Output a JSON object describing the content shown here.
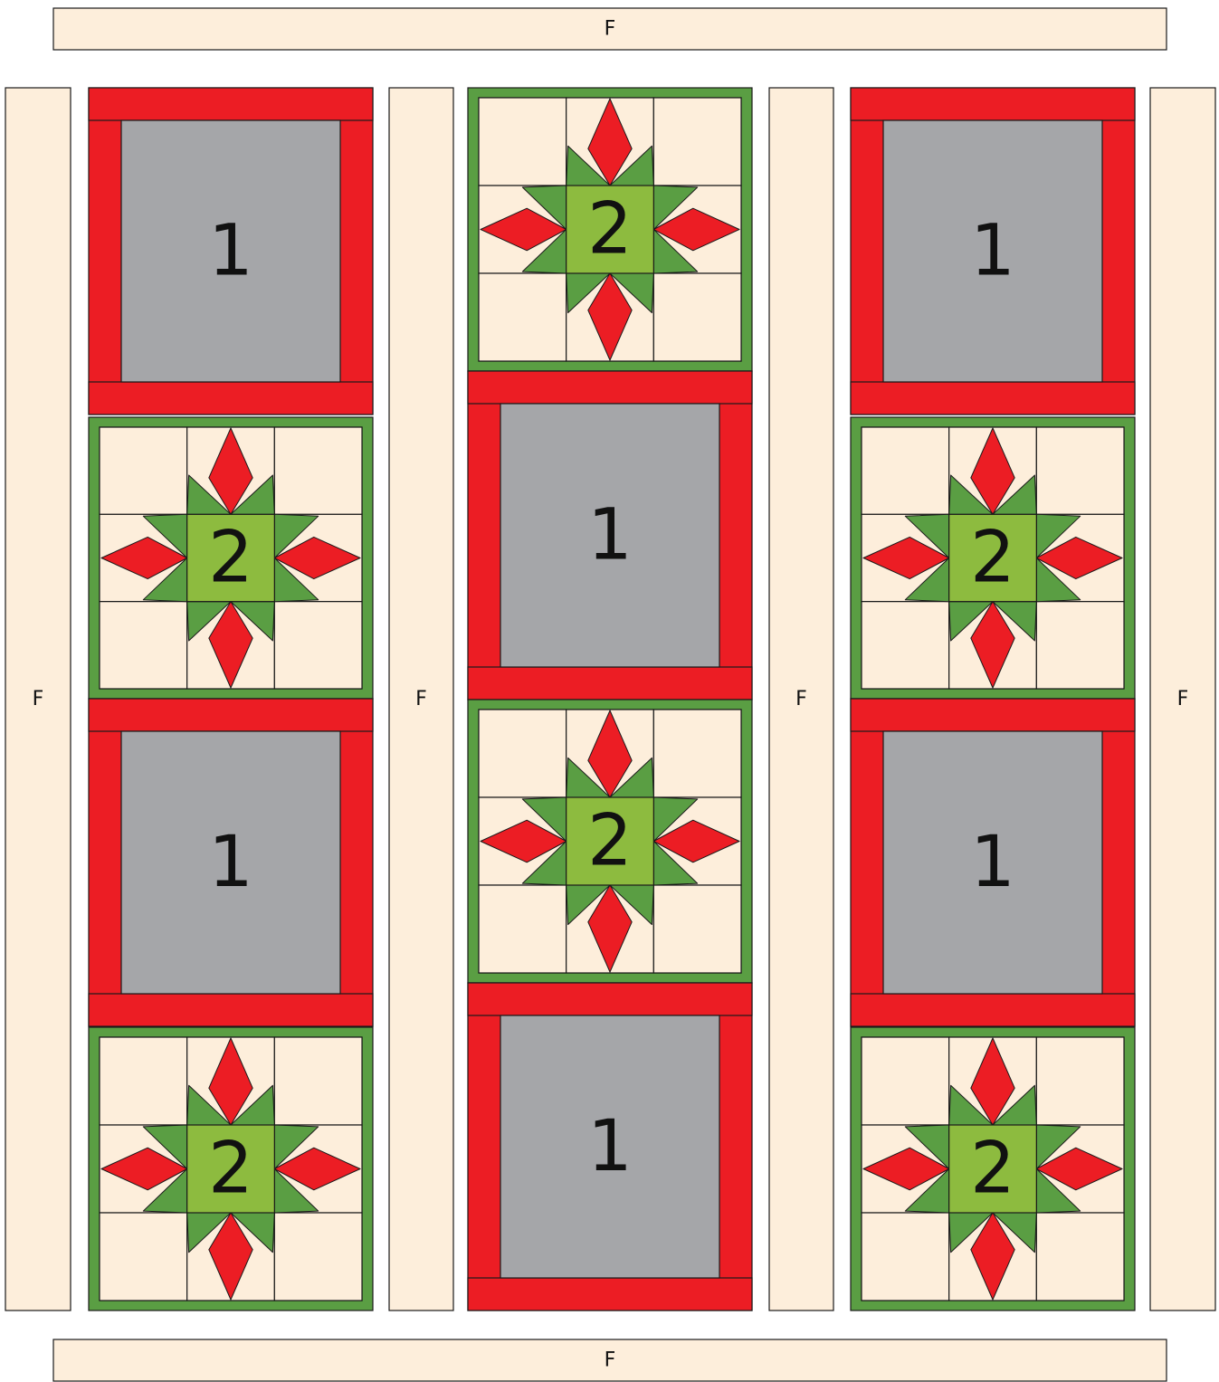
{
  "colors": {
    "background": "#ffffff",
    "cream": "#fdeedb",
    "red": "#ec1d24",
    "gray": "#a5a6a9",
    "dark_green": "#5a9e43",
    "light_green": "#8dbb3f",
    "outline": "#1a1a1a"
  },
  "labels": {
    "sashing": "F",
    "frame_block": "1",
    "star_block": "2"
  },
  "sashing_strips": [
    {
      "id": "top",
      "label": "F"
    },
    {
      "id": "bottom",
      "label": "F"
    },
    {
      "id": "left",
      "label": "F"
    },
    {
      "id": "inner-left",
      "label": "F"
    },
    {
      "id": "inner-right",
      "label": "F"
    },
    {
      "id": "right",
      "label": "F"
    }
  ],
  "columns": [
    {
      "id": "left",
      "blocks": [
        "1",
        "2",
        "1",
        "2"
      ]
    },
    {
      "id": "center",
      "blocks": [
        "2",
        "1",
        "2",
        "1"
      ]
    },
    {
      "id": "right",
      "blocks": [
        "1",
        "2",
        "1",
        "2"
      ]
    }
  ]
}
